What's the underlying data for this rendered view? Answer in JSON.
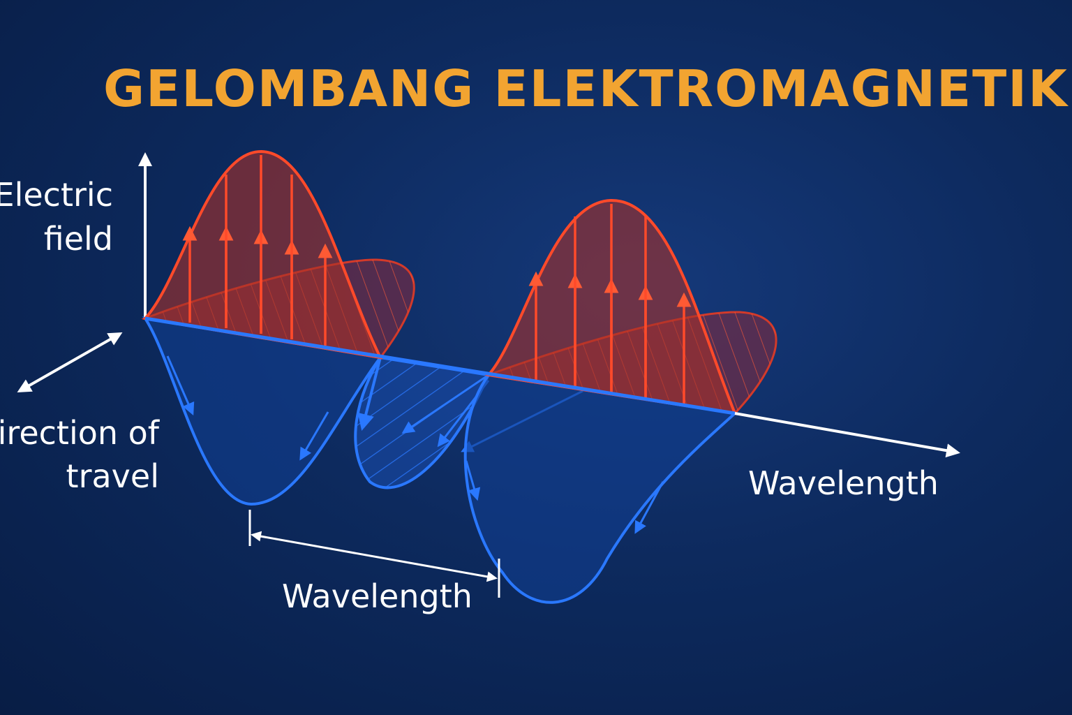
{
  "title": "GELOMBANG ELEKTROMAGNETIK",
  "labels": {
    "electric_field_line1": "Electric",
    "electric_field_line2": "field",
    "direction_line1": "Direction of",
    "direction_line2": "travel",
    "wavelength_axis": "Wavelength",
    "wavelength_bracket": "Wavelength"
  },
  "colors": {
    "background": "#0d2a5e",
    "title": "#f2a431",
    "electric_wave": "#ff4a2a",
    "magnetic_wave": "#1e6bf0",
    "axis": "#ffffff"
  }
}
